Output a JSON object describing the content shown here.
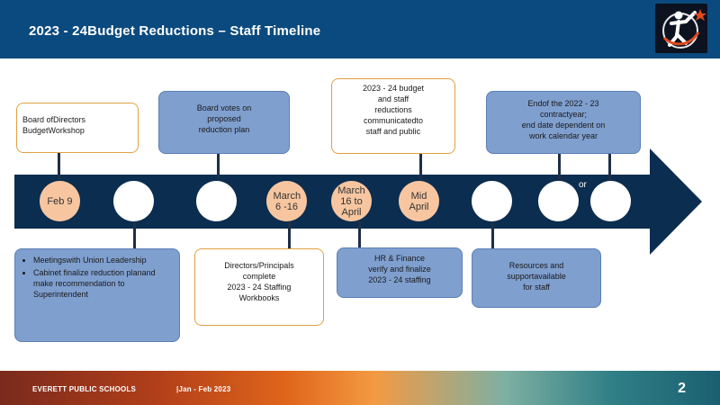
{
  "header": {
    "title": "2023 - 24Budget Reductions – Staff Timeline"
  },
  "colors": {
    "header": "#0b4a7e",
    "arrow": "#0b2d4f",
    "peach": "#f7c6a0",
    "blue_box": "#7f9fcf",
    "white_box_border": "#e0a040"
  },
  "timeline": {
    "circles": [
      {
        "label": "Feb 9"
      },
      {
        "label": ""
      },
      {
        "label": ""
      },
      {
        "label": "March 6 -16"
      },
      {
        "label": "March 16 to April"
      },
      {
        "label": "Mid April"
      },
      {
        "label": ""
      },
      {
        "label": ""
      },
      {
        "label": ""
      }
    ],
    "or_text": "or"
  },
  "boxes": {
    "board_workshop": {
      "line1": "Board ofDirectors",
      "line2": "BudgetWorkshop"
    },
    "board_votes": {
      "line1": "Board votes on",
      "line2": "proposed",
      "line3": "reduction plan"
    },
    "communicated": {
      "line1": "2023 - 24 budget",
      "line2": "and staff",
      "line3": "reductions",
      "line4": "communicatedto",
      "line5": "staff and public"
    },
    "end_of_year": {
      "line1": "Endof the 2022 - 23",
      "line2": "contractyear;",
      "line3": "end date dependent on",
      "line4": "work calendar year"
    },
    "meetings": {
      "item1": "Meetingswith Union Leadership",
      "item2": "Cabinet finalize reduction planand make recommendation to Superintendent"
    },
    "directors": {
      "line1": "Directors/Principals",
      "line2": "complete",
      "line3": "2023 - 24 Staffing",
      "line4": "Workbooks"
    },
    "hr_finance": {
      "line1": "HR & Finance",
      "line2": "verify and finalize",
      "line3": "2023 - 24 staffing"
    },
    "resources": {
      "line1": "Resources and",
      "line2": "supportavailable",
      "line3": "for staff"
    }
  },
  "footer": {
    "org": "EVERETT PUBLIC SCHOOLS",
    "date": "|Jan - Feb 2023",
    "page": "2"
  }
}
